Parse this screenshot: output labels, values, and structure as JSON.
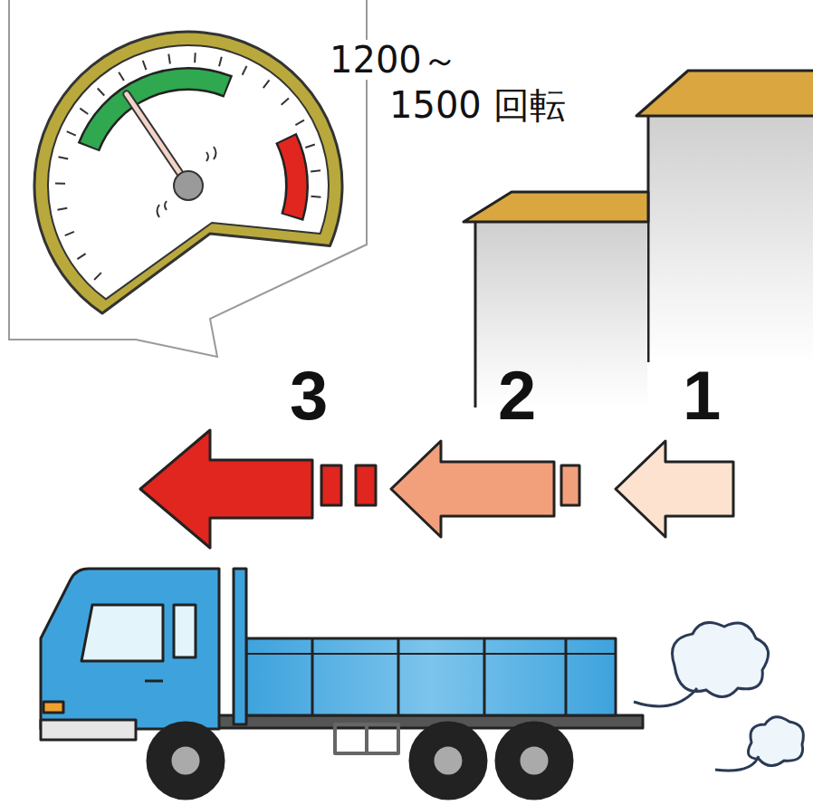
{
  "diagram": {
    "labels": [
      "1200～",
      "1500 回転",
      "3",
      "2",
      "1"
    ]
  }
}
